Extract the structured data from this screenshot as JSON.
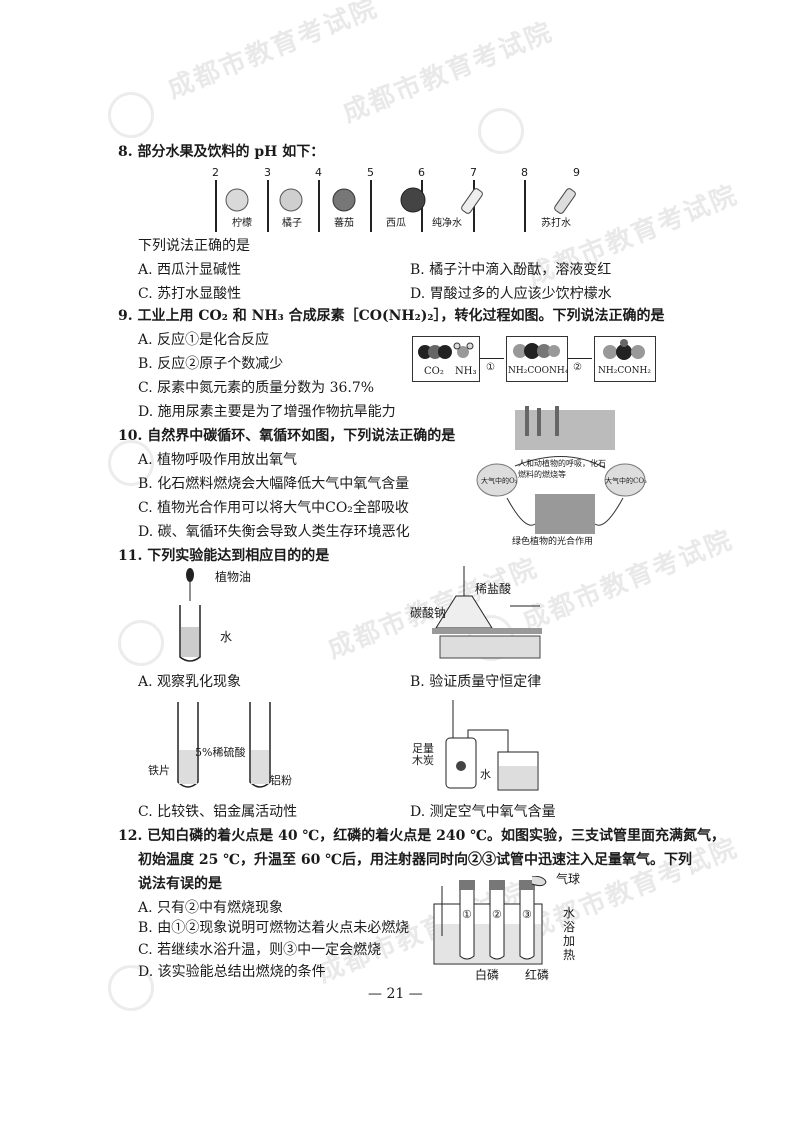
{
  "watermark": {
    "text": "成都市教育考试院"
  },
  "q8": {
    "stem": "8.  部分水果及饮料的 pH 如下：",
    "scale": [
      "2",
      "3",
      "4",
      "5",
      "6",
      "7",
      "8",
      "9"
    ],
    "items": [
      "柠檬",
      "橘子",
      "蕃茄",
      "西瓜",
      "纯净水",
      "苏打水"
    ],
    "prompt": "下列说法正确的是",
    "options": {
      "A": "A. 西瓜汁显碱性",
      "B": "B. 橘子汁中滴入酚酞，溶液变红",
      "C": "C. 苏打水显酸性",
      "D": "D. 胃酸过多的人应该少饮柠檬水"
    }
  },
  "q9": {
    "stem": "9.  工业上用 CO₂ 和 NH₃ 合成尿素［CO(NH₂)₂］，转化过程如图。下列说法正确的是",
    "options": {
      "A": "A. 反应①是化合反应",
      "B": "B. 反应②原子个数减少",
      "C": "C. 尿素中氮元素的质量分数为 36.7%",
      "D": "D. 施用尿素主要是为了增强作物抗旱能力"
    },
    "figure": {
      "co2": "CO₂",
      "nh3": "NH₃",
      "mid": "NH₂COONH₄",
      "end": "NH₂CONH₂",
      "step1": "①",
      "step2": "②"
    }
  },
  "q10": {
    "stem": "10. 自然界中碳循环、氧循环如图，下列说法正确的是",
    "options": {
      "A": "A. 植物呼吸作用放出氧气",
      "B": "B. 化石燃料燃烧会大幅降低大气中氧气含量",
      "C": "C. 植物光合作用可以将大气中CO₂全部吸收",
      "D": "D. 碳、氧循环失衡会导致人类生存环境恶化"
    },
    "figure": {
      "center": "人和动植物的呼吸，化石燃料的燃烧等",
      "left": "大气中的O₂",
      "right": "大气中的CO₂",
      "bottom": "绿色植物的光合作用"
    }
  },
  "q11": {
    "stem": "11. 下列实验能达到相应目的的是",
    "options": {
      "A": "A. 观察乳化现象",
      "B": "B. 验证质量守恒定律",
      "C": "C. 比较铁、铝金属活动性",
      "D": "D. 测定空气中氧气含量"
    },
    "figA": {
      "oil": "植物油",
      "water": "水"
    },
    "figB": {
      "acid": "稀盐酸",
      "salt": "碳酸钠"
    },
    "figC": {
      "acid": "5%稀硫酸",
      "iron": "铁片",
      "al": "铝粉"
    },
    "figD": {
      "carbon1": "足量",
      "carbon2": "木炭",
      "water": "水"
    }
  },
  "q12": {
    "stem1": "12. 已知白磷的着火点是 40 ℃，红磷的着火点是 240 ℃。如图实验，三支试管里面充满氮气，",
    "stem2": "初始温度 25 ℃，升温至 60 ℃后，用注射器同时向②③试管中迅速注入足量氧气。下列",
    "stem3": "说法有误的是",
    "options": {
      "A": "A. 只有②中有燃烧现象",
      "B": "B. 由①②现象说明可燃物达着火点未必燃烧",
      "C": "C. 若继续水浴升温，则③中一定会燃烧",
      "D": "D. 该实验能总结出燃烧的条件"
    },
    "figure": {
      "balloon": "气球",
      "t1": "①",
      "t2": "②",
      "t3": "③",
      "bath1": "水",
      "bath2": "浴",
      "bath3": "加",
      "bath4": "热",
      "white": "白磷",
      "red": "红磷"
    }
  },
  "footer": {
    "page": "— 21 —"
  }
}
